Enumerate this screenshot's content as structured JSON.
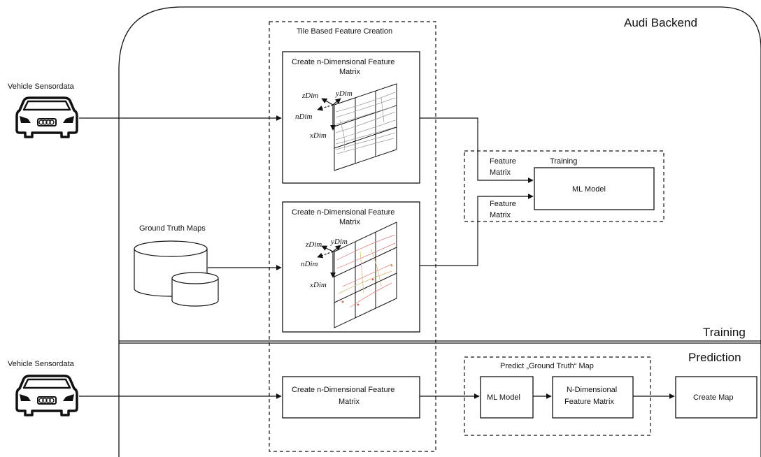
{
  "backend": {
    "title": "Audi Backend"
  },
  "sections": {
    "training": "Training",
    "prediction": "Prediction"
  },
  "inputs": {
    "vehicle_training": "Vehicle Sensordata",
    "ground_truth": "Ground Truth Maps",
    "vehicle_prediction": "Vehicle Sensordata"
  },
  "tile_group": {
    "title": "Tile Based Feature Creation"
  },
  "feature_box": {
    "line1": "Create n-Dimensional Feature",
    "line2": "Matrix"
  },
  "dims": {
    "z": "zDim",
    "y": "yDim",
    "n": "nDim",
    "x": "xDim"
  },
  "training_group": {
    "title": "Training",
    "input_line1": "Feature",
    "input_line2": "Matrix",
    "model": "ML Model"
  },
  "predict_group": {
    "title": "Predict „Ground Truth“ Map",
    "model": "ML Model",
    "matrix_line1": "N-Dimensional",
    "matrix_line2": "Feature Matrix"
  },
  "create_map": "Create Map"
}
